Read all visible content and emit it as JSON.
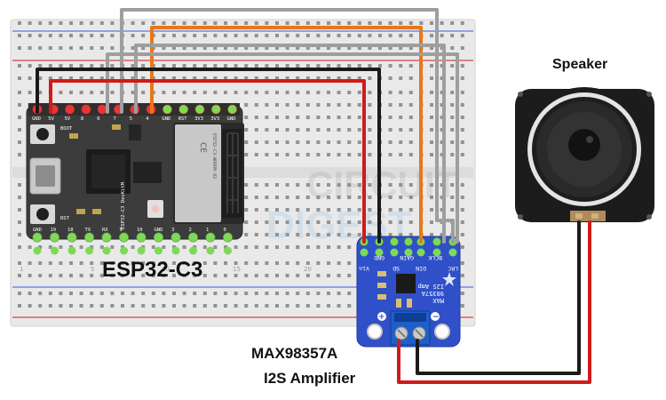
{
  "labels": {
    "speaker": "Speaker",
    "esp_board": "ESP32-C3",
    "amp_line1": "MAX98357A",
    "amp_line2": "I2S Amplifier"
  },
  "esp_pins_top": [
    "GND",
    "5V",
    "5V",
    "8",
    "6",
    "7",
    "5",
    "4",
    "GND",
    "RST",
    "3V3",
    "3V3",
    "GND"
  ],
  "esp_pins_bottom": [
    "GND",
    "19",
    "18",
    "TX",
    "RX",
    "9",
    "10",
    "GND",
    "3",
    "2",
    "1",
    "0"
  ],
  "esp_silk": {
    "boot": "BOOT",
    "rst": "RST",
    "module": "ESP32-C3-WROOM-02",
    "model": "ESP32-C3 DevKitM"
  },
  "amp_pins_top": [
    "GND",
    "GAIN",
    "BCLK"
  ],
  "amp_pins_top2": [
    "Vin",
    "SD",
    "DIN",
    "LRC"
  ],
  "amp_silk": [
    "MAX",
    "98357A",
    "I2S Amp"
  ],
  "watermark": {
    "line1": "CIRCUIT",
    "line2": "DIGEST"
  },
  "breadboard_columns": [
    "1",
    "5",
    "10",
    "15",
    "20"
  ],
  "wire_colors": {
    "red": "#d11a1a",
    "black": "#1a1a1a",
    "orange": "#e8771a",
    "gray": "#9e9e9e"
  }
}
